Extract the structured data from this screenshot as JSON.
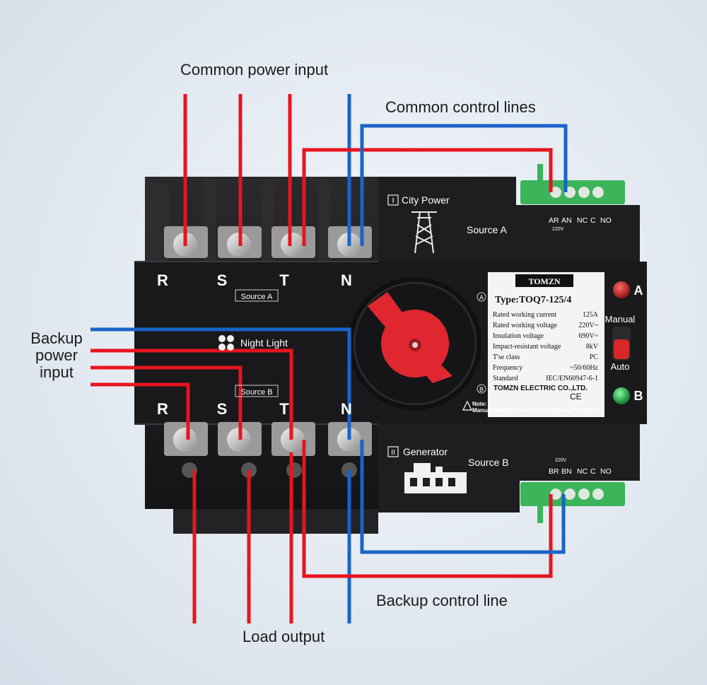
{
  "callouts": {
    "common_power_input": "Common power input",
    "common_control_lines": "Common control lines",
    "backup_power_input": [
      "Backup",
      "power",
      "input"
    ],
    "backup_control_line": "Backup control line",
    "load_output": "Load output"
  },
  "device": {
    "top_terminals": [
      "R",
      "S",
      "T",
      "N"
    ],
    "bottom_terminals": [
      "R",
      "S",
      "T",
      "N"
    ],
    "source_a_tag": "Source A",
    "source_b_tag": "Source B",
    "night_light": "Night Light",
    "city_power_label": "City Power",
    "city_power_numeral": "I",
    "source_a_label": "Source A",
    "control_top_pins": [
      "AR",
      "AN",
      "NC",
      "C",
      "NO"
    ],
    "control_top_voltage": "220V",
    "generator_label": "Generator",
    "generator_numeral": "II",
    "source_b_label": "Source B",
    "control_bottom_pins": [
      "BR",
      "BN",
      "NC",
      "C",
      "NO"
    ],
    "control_bottom_voltage": "220V",
    "brand": "TOMZN",
    "type": "Type:TOQ7-125/4",
    "specs": [
      {
        "label": "Rated working current",
        "value": "125A"
      },
      {
        "label": "Rated working voltage",
        "value": "220V~"
      },
      {
        "label": "Insulation voltage",
        "value": "690V~"
      },
      {
        "label": "Impact-resistant voltage",
        "value": "8kV"
      },
      {
        "label": "T'se class",
        "value": "PC"
      },
      {
        "label": "Frequency",
        "value": "~50/60Hz"
      },
      {
        "label": "Standard",
        "value": "IEC/EN60947-6-1"
      }
    ],
    "company": "TOMZN ELECTRIC CO.,LTD.",
    "note_label": "Note:",
    "note_text": "Manual operation must be in \"Manual\" position!",
    "switch_pos_a": "A",
    "switch_pos_b": "B",
    "indicator_a": "A",
    "indicator_b": "B",
    "mode_manual": "Manual",
    "mode_auto": "Auto",
    "ce_mark": "CE"
  },
  "colors": {
    "live_wire": "#e8141f",
    "neutral_wire": "#1a63c7",
    "body": "#1c1c1e",
    "handle": "#e02730",
    "terminal_block": "#3cb45a",
    "indicator_a": "#c81414",
    "indicator_b": "#1aa33a"
  }
}
